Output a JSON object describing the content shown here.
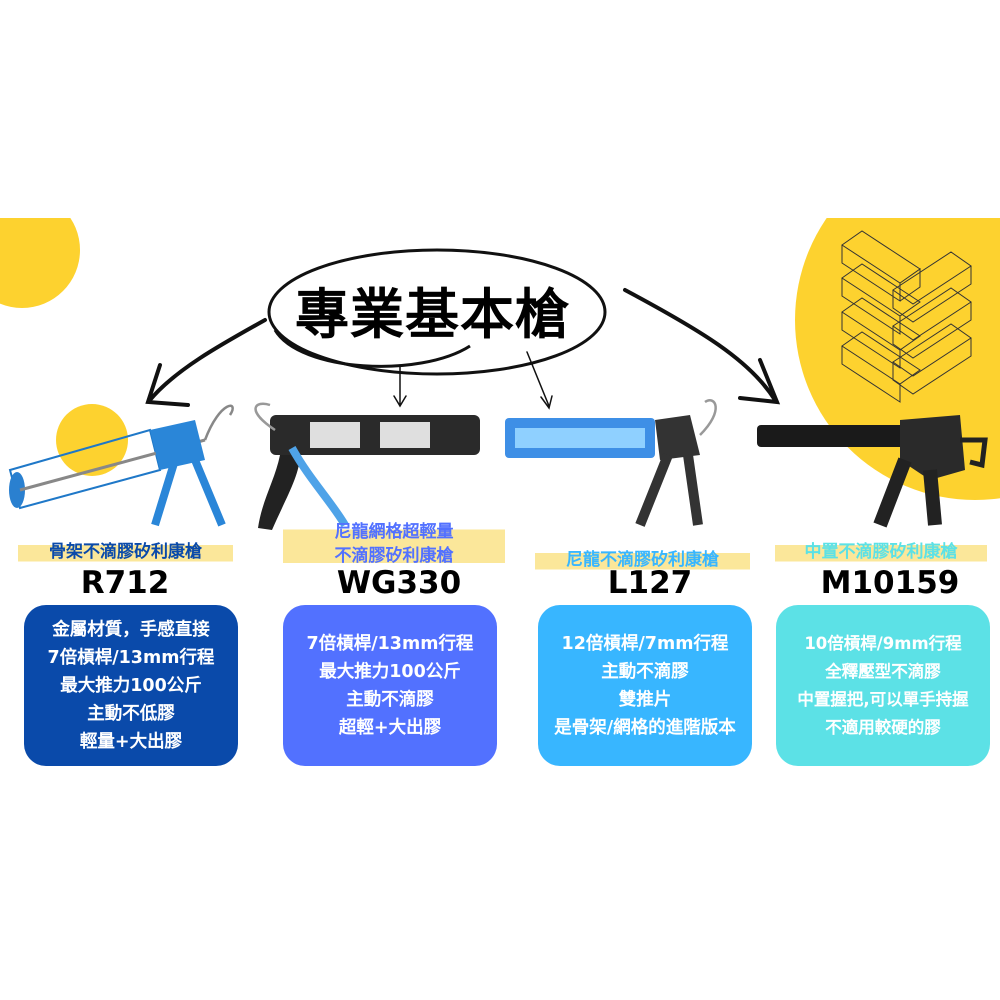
{
  "title": "專業基本槍",
  "colors": {
    "yellow": "#FDD22F",
    "highlight": "#FBE79A",
    "navy": "#0A4AAA",
    "indigo": "#5271FF",
    "sky": "#38B6FF",
    "teal": "#5CE1E6"
  },
  "products": [
    {
      "subtitle": [
        "骨架不滴膠矽利康槍"
      ],
      "model": "R712",
      "features": [
        "金屬材質，手感直接",
        "7倍槓桿/13mm行程",
        "最大推力100公斤",
        "主動不低膠",
        "輕量+大出膠"
      ]
    },
    {
      "subtitle": [
        "尼龍網格超輕量",
        "不滴膠矽利康槍"
      ],
      "model": "WG330",
      "features": [
        "7倍槓桿/13mm行程",
        "最大推力100公斤",
        "主動不滴膠",
        "超輕+大出膠"
      ]
    },
    {
      "subtitle": [
        "尼龍不滴膠矽利康槍"
      ],
      "model": "L127",
      "features": [
        "12倍槓桿/7mm行程",
        "主動不滴膠",
        "雙推片",
        "是骨架/網格的進階版本"
      ]
    },
    {
      "subtitle": [
        "中置不滴膠矽利康槍"
      ],
      "model": "M10159",
      "features": [
        "10倍槓桿/9mm行程",
        "全釋壓型不滴膠",
        "中置握把,可以單手持握",
        "不適用較硬的膠"
      ]
    }
  ]
}
